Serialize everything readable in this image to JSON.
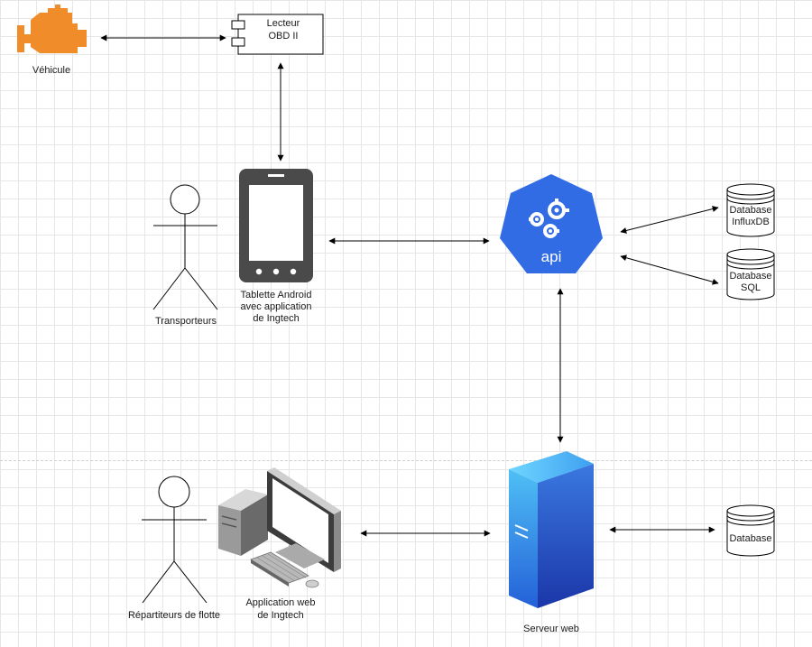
{
  "nodes": {
    "vehicle": {
      "label": "Véhicule",
      "color": "#f08c2a"
    },
    "obd_reader": {
      "line1": "Lecteur",
      "line2": "OBD II"
    },
    "tablet": {
      "line1": "Tablette Android",
      "line2": "avec application",
      "line3": "de Ingtech"
    },
    "transporters": {
      "label": "Transporteurs"
    },
    "api": {
      "label": "api",
      "color": "#326ce5"
    },
    "db_influx": {
      "line1": "Database",
      "line2": "InfluxDB"
    },
    "db_sql": {
      "line1": "Database",
      "line2": "SQL"
    },
    "dispatchers": {
      "label": "Répartiteurs de flotte"
    },
    "web_app": {
      "line1": "Application web",
      "line2": "de Ingtech"
    },
    "web_server": {
      "label": "Serveur web",
      "color": "#2f6fe0"
    },
    "db_web": {
      "label": "Database"
    }
  }
}
